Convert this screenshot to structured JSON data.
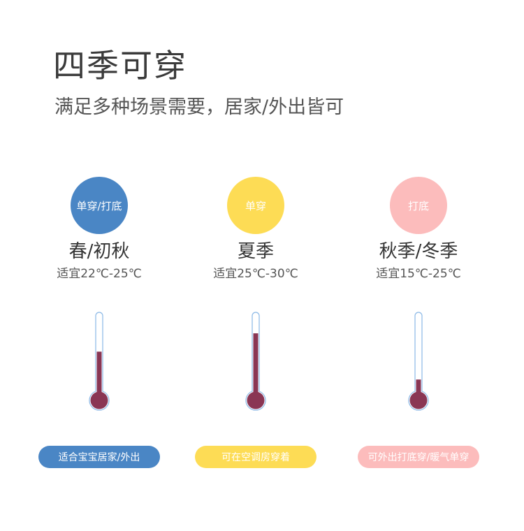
{
  "header": {
    "title": "四季可穿",
    "subtitle": "满足多种场景需要，居家/外出皆可"
  },
  "colors": {
    "blue": "#4a86c5",
    "yellow": "#fddc55",
    "pink": "#fcbcbc",
    "mercury": "#8a3654",
    "tube_outline": "#8ab8e6"
  },
  "columns": [
    {
      "badge": "单穿/打底",
      "season": "春/初秋",
      "temperature": "适宜22℃-25℃",
      "pill": "适合宝宝居家/外出",
      "level": 0.55,
      "color": "#4a86c5"
    },
    {
      "badge": "单穿",
      "season": "夏季",
      "temperature": "适宜25℃-30℃",
      "pill": "可在空调房穿着",
      "level": 0.78,
      "color": "#fddc55"
    },
    {
      "badge": "打底",
      "season": "秋季/冬季",
      "temperature": "适宜15℃-25℃",
      "pill": "可外出打底穿/暖气单穿",
      "level": 0.2,
      "color": "#fcbcbc"
    }
  ]
}
